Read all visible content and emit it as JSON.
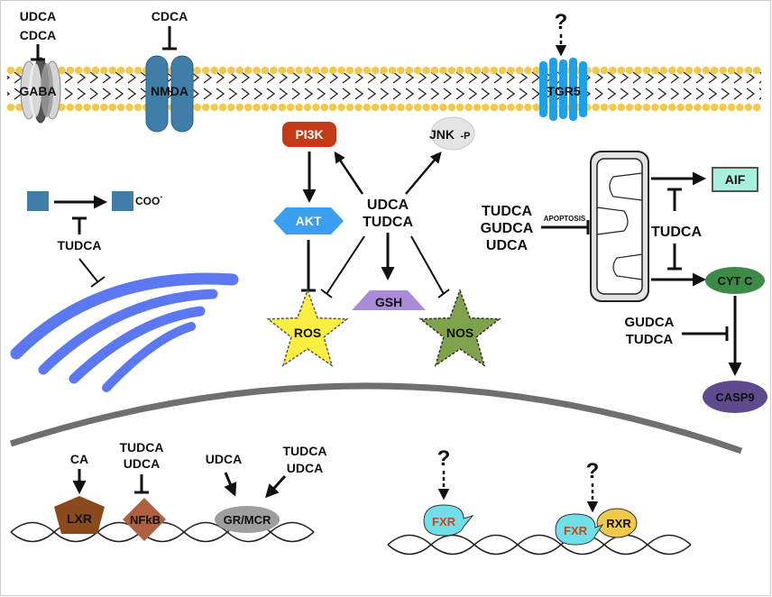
{
  "membrane": {
    "receptors": {
      "gaba": {
        "label": "GABA",
        "inhibitors": [
          "UDCA",
          "CDCA"
        ]
      },
      "nmda": {
        "label": "NMDA",
        "inhibitors": [
          "CDCA"
        ]
      },
      "tgr5": {
        "label": "TGR5",
        "activator": "?"
      }
    }
  },
  "er": {
    "substrate_label": "COO",
    "substrate_charge": "-",
    "inhibitor": "TUDCA"
  },
  "center": {
    "agents": [
      "UDCA",
      "TUDCA"
    ],
    "nodes": {
      "pi3k": "PI3K",
      "jnk": "JNK",
      "jnk_mod": "-P",
      "akt": "AKT",
      "gsh": "GSH",
      "ros": "ROS",
      "nos": "NOS"
    }
  },
  "mitochondria": {
    "inhibitors": [
      "TUDCA",
      "GUDCA",
      "UDCA"
    ],
    "inhibitor_target": "APOPTOSIS",
    "inner_inhibitor": "TUDCA",
    "outputs": {
      "aif": "AIF",
      "cytc": "CYT C"
    },
    "downstream_inhibitors": [
      "GUDCA",
      "TUDCA"
    ],
    "casp9": "CASP9"
  },
  "nucleus": {
    "lxr": {
      "label": "LXR",
      "activator": "CA"
    },
    "nfkb": {
      "label": "NFkB",
      "inhibitors": [
        "TUDCA",
        "UDCA"
      ]
    },
    "grmcr": {
      "label": "GR/MCR",
      "activators_left": [
        "UDCA"
      ],
      "activators_right": [
        "TUDCA",
        "UDCA"
      ]
    },
    "fxr": {
      "label": "FXR",
      "activator": "?"
    },
    "fxr_rxr": {
      "fxr": "FXR",
      "rxr": "RXR",
      "activator": "?"
    }
  },
  "colors": {
    "membrane_head": "#f2c94c",
    "gaba": "#a9a9a9",
    "nmda": "#3f7fa7",
    "tgr5": "#1ea0e8",
    "pi3k": "#c23b17",
    "akt": "#3c9ef0",
    "gsh": "#a98bd8",
    "ros": "#fbee42",
    "nos": "#7fa34a",
    "aif": "#a8f0dc",
    "cytc": "#3d8a46",
    "casp9": "#5e4a8c",
    "er": "#5b78f0",
    "lxr": "#8a4a1e",
    "nfkb": "#b06040",
    "grmcr": "#9e9e9e",
    "fxr": "#6fe0ea",
    "rxr": "#f0c84a",
    "blue_box": "#3f7fa7"
  }
}
